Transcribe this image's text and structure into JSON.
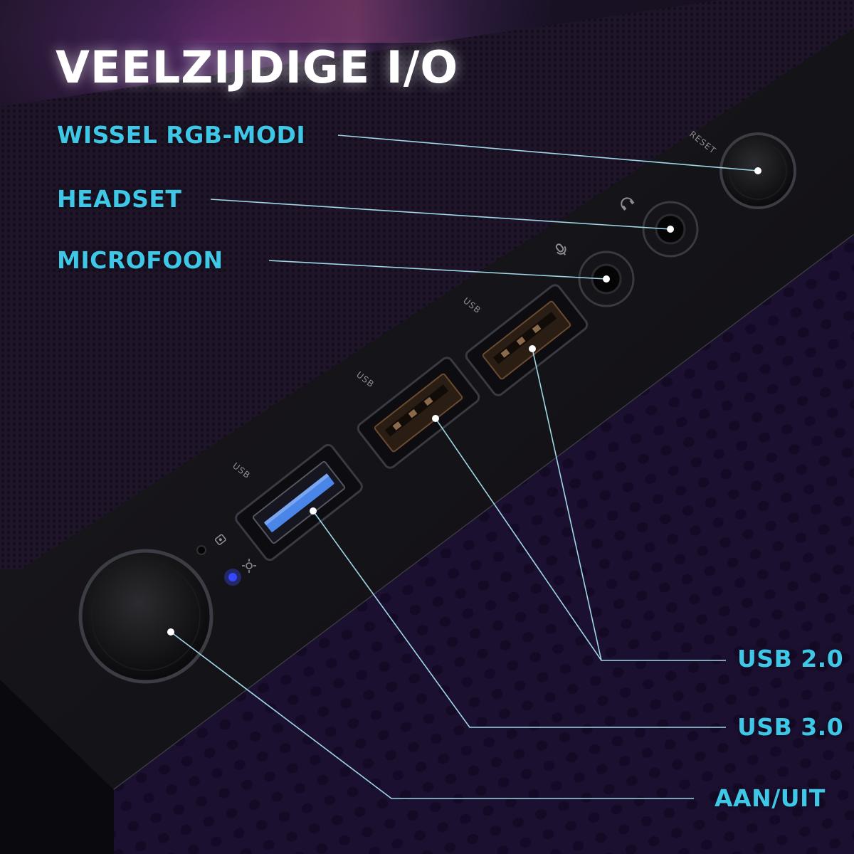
{
  "title": "VEELZIJDIGE I/O",
  "callouts": {
    "rgb": "WISSEL RGB-MODI",
    "headset": "HEADSET",
    "mic": "MICROFOON",
    "usb2": "USB 2.0",
    "usb3": "USB 3.0",
    "power": "AAN/UIT"
  },
  "panel_markings": {
    "reset": "RESET",
    "usb": "USB"
  },
  "colors": {
    "accent_cyan": "#3ec7e6",
    "title_white": "#ffffff",
    "usb3_port_blue": "#4a86e8",
    "power_led_blue": "#3344ff"
  },
  "icons": {
    "headset_symbol": "headphones-icon",
    "mic_symbol": "microphone-icon",
    "hdd_symbol": "hdd-activity-icon",
    "led_symbol": "power-light-icon"
  }
}
